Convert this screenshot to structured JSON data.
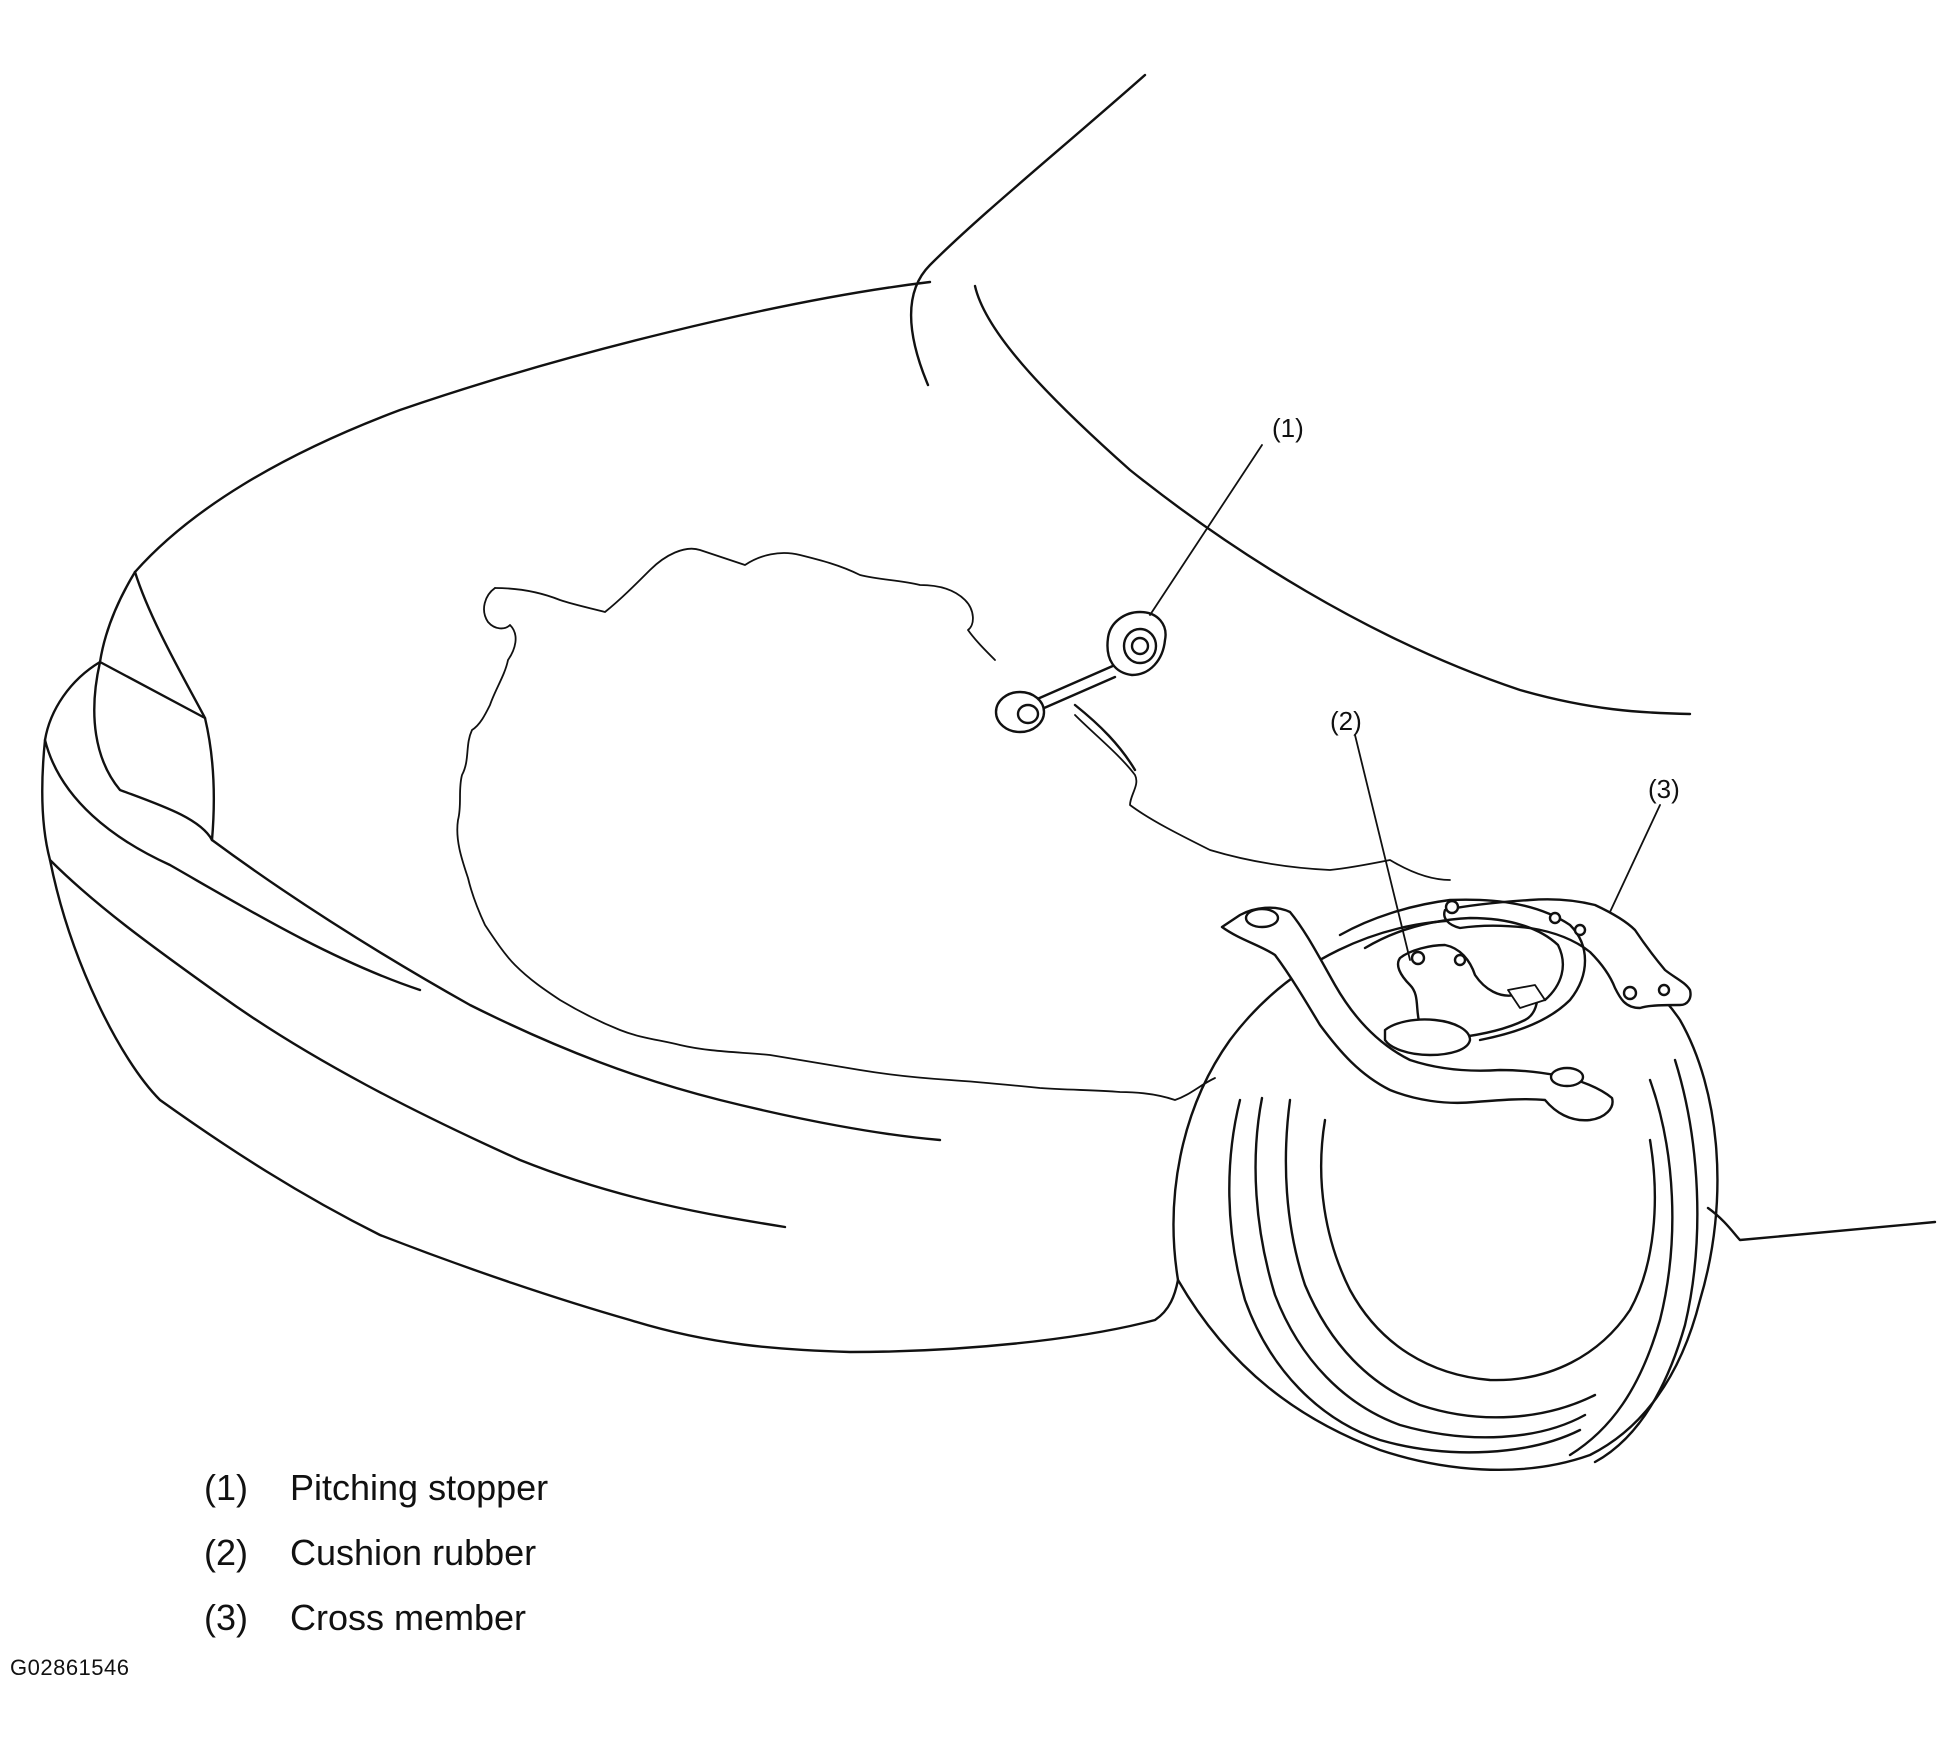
{
  "diagram": {
    "callouts": {
      "c1": "(1)",
      "c2": "(2)",
      "c3": "(3)"
    },
    "legend": [
      {
        "num": "(1)",
        "label": "Pitching stopper"
      },
      {
        "num": "(2)",
        "label": "Cushion rubber"
      },
      {
        "num": "(3)",
        "label": "Cross member"
      }
    ],
    "figure_code": "G02861546",
    "colors": {
      "ink": "#111111",
      "background": "#ffffff"
    }
  }
}
